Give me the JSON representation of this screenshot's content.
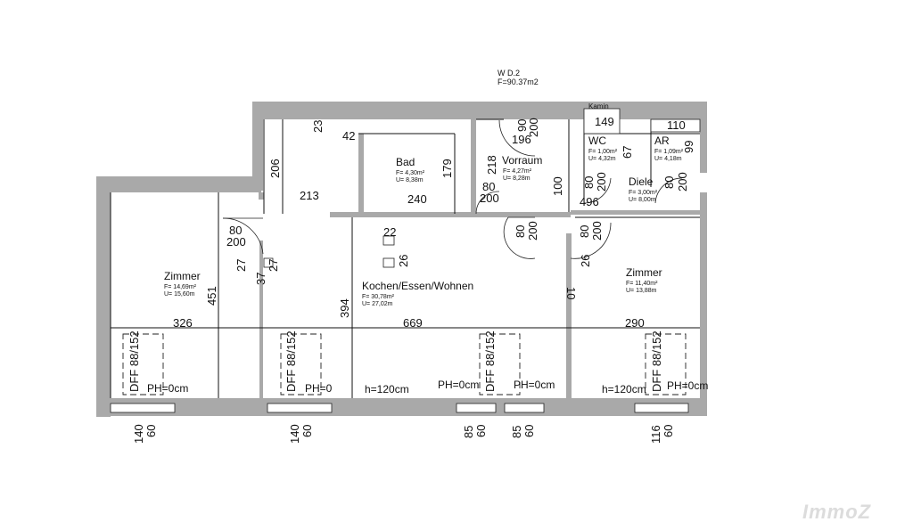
{
  "header": {
    "unit": "W D.2",
    "area": "F=90.37m2"
  },
  "watermark": "ImmoZ",
  "rooms": {
    "zimmer_left": {
      "name": "Zimmer",
      "f": "F= 14,69m²",
      "u": "U= 15,60m"
    },
    "bad": {
      "name": "Bad",
      "f": "F= 4,30m²",
      "u": "U= 8,38m"
    },
    "vorraum": {
      "name": "Vorraum",
      "f": "F= 4,27m²",
      "u": "U= 8,28m"
    },
    "wc": {
      "name": "WC",
      "f": "F= 1,00m²",
      "u": "U= 4,32m"
    },
    "ar": {
      "name": "AR",
      "f": "F= 1,09m²",
      "u": "U= 4,18m"
    },
    "diele": {
      "name": "Diele",
      "f": "F= 3,00m²",
      "u": "U= 8,00m"
    },
    "kochen": {
      "name": "Kochen/Essen/Wohnen",
      "f": "F= 30,78m²",
      "u": "U= 27,02m"
    },
    "zimmer_right": {
      "name": "Zimmer",
      "f": "F= 11,40m²",
      "u": "U= 13,88m"
    },
    "kamin": {
      "name": "Kamin"
    }
  },
  "dims": {
    "d149": "149",
    "d110": "110",
    "d196": "196",
    "d90": "90",
    "d200a": "200",
    "d42": "42",
    "d23": "23",
    "d206": "206",
    "d213": "213",
    "d240": "240",
    "d179": "179",
    "d218": "218",
    "d80a": "80",
    "d200b": "200",
    "d100": "100",
    "d496": "496",
    "d67": "67",
    "d99": "99",
    "d80wc": "80",
    "d200wc": "200",
    "d80ar": "80",
    "d200ar": "200",
    "d80z": "80",
    "d200z": "200",
    "d22": "22",
    "d26": "26",
    "d27a": "27",
    "d27b": "27",
    "d37": "37",
    "d451": "451",
    "d326": "326",
    "d394": "394",
    "d669": "669",
    "d290": "290",
    "d10": "10",
    "d26b": "26",
    "d80d": "80",
    "d200d": "200",
    "d80e": "80",
    "d200e": "200"
  },
  "windows": {
    "w1": "DFF 88/152",
    "w2": "DFF 88/152",
    "w3": "DFF 88/152",
    "w4": "DFF 88/152"
  },
  "ph": {
    "p1": "PH=0cm",
    "p2": "PH=0",
    "p3": "PH=0cm",
    "p4": "PH=0cm",
    "p5": "PH=0cm",
    "h1": "h=120cm",
    "h2": "h=120cm"
  },
  "openings": [
    {
      "a": "140",
      "b": "60"
    },
    {
      "a": "140",
      "b": "60"
    },
    {
      "a": "85",
      "b": "60"
    },
    {
      "a": "85",
      "b": "60"
    },
    {
      "a": "116",
      "b": "60"
    }
  ]
}
